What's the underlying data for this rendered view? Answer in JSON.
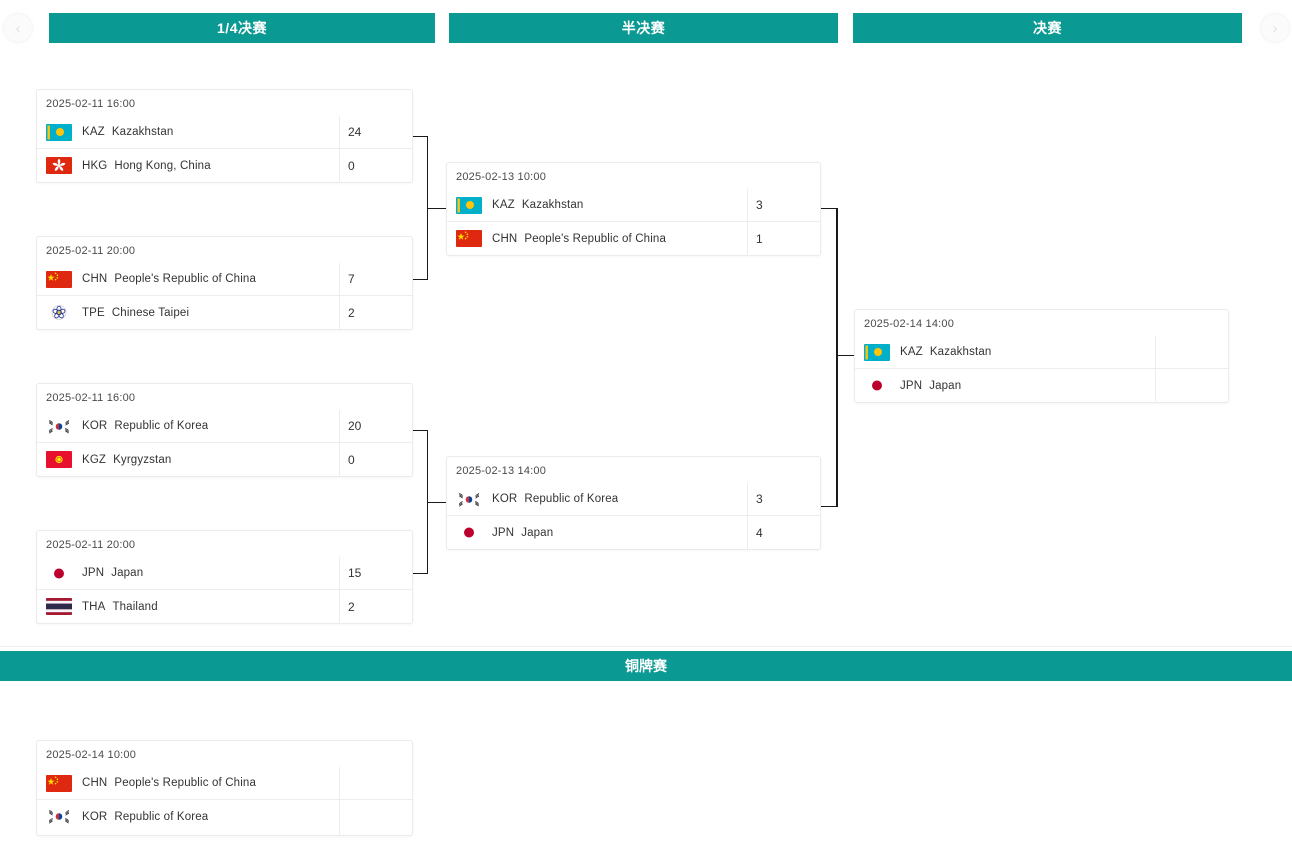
{
  "nav": {
    "prev_icon": "chevron-left-icon",
    "next_icon": "chevron-right-icon",
    "prev_label": "‹",
    "next_label": "›"
  },
  "theme": {
    "accent": "#0b9a93",
    "card_border": "#ebebeb",
    "line": "#1a1a1a"
  },
  "rounds": [
    {
      "id": "quarterfinal",
      "label": "1/4决赛"
    },
    {
      "id": "semifinal",
      "label": "半决赛"
    },
    {
      "id": "final",
      "label": "决赛"
    }
  ],
  "bronze_section": {
    "label": "铜牌赛"
  },
  "matches": {
    "qf1": {
      "date": "2025-02-11  16:00",
      "team1": {
        "code": "KAZ",
        "name": "Kazakhstan",
        "flag": "kaz",
        "score": "24"
      },
      "team2": {
        "code": "HKG",
        "name": "Hong Kong, China",
        "flag": "hkg",
        "score": "0"
      }
    },
    "qf2": {
      "date": "2025-02-11  20:00",
      "team1": {
        "code": "CHN",
        "name": "People's Republic of China",
        "flag": "chn",
        "score": "7"
      },
      "team2": {
        "code": "TPE",
        "name": "Chinese Taipei",
        "flag": "tpe",
        "score": "2"
      }
    },
    "qf3": {
      "date": "2025-02-11  16:00",
      "team1": {
        "code": "KOR",
        "name": "Republic of Korea",
        "flag": "kor",
        "score": "20"
      },
      "team2": {
        "code": "KGZ",
        "name": "Kyrgyzstan",
        "flag": "kgz",
        "score": "0"
      }
    },
    "qf4": {
      "date": "2025-02-11  20:00",
      "team1": {
        "code": "JPN",
        "name": "Japan",
        "flag": "jpn",
        "score": "15"
      },
      "team2": {
        "code": "THA",
        "name": "Thailand",
        "flag": "tha",
        "score": "2"
      }
    },
    "sf1": {
      "date": "2025-02-13  10:00",
      "team1": {
        "code": "KAZ",
        "name": "Kazakhstan",
        "flag": "kaz",
        "score": "3"
      },
      "team2": {
        "code": "CHN",
        "name": "People's Republic of China",
        "flag": "chn",
        "score": "1"
      }
    },
    "sf2": {
      "date": "2025-02-13  14:00",
      "team1": {
        "code": "KOR",
        "name": "Republic of Korea",
        "flag": "kor",
        "score": "3"
      },
      "team2": {
        "code": "JPN",
        "name": "Japan",
        "flag": "jpn",
        "score": "4"
      }
    },
    "final": {
      "date": "2025-02-14  14:00",
      "team1": {
        "code": "KAZ",
        "name": "Kazakhstan",
        "flag": "kaz",
        "score": ""
      },
      "team2": {
        "code": "JPN",
        "name": "Japan",
        "flag": "jpn",
        "score": ""
      }
    },
    "bronze": {
      "date": "2025-02-14  10:00",
      "team1": {
        "code": "CHN",
        "name": "People's Republic of China",
        "flag": "chn",
        "score": ""
      },
      "team2": {
        "code": "KOR",
        "name": "Republic of Korea",
        "flag": "kor",
        "score": ""
      }
    }
  }
}
